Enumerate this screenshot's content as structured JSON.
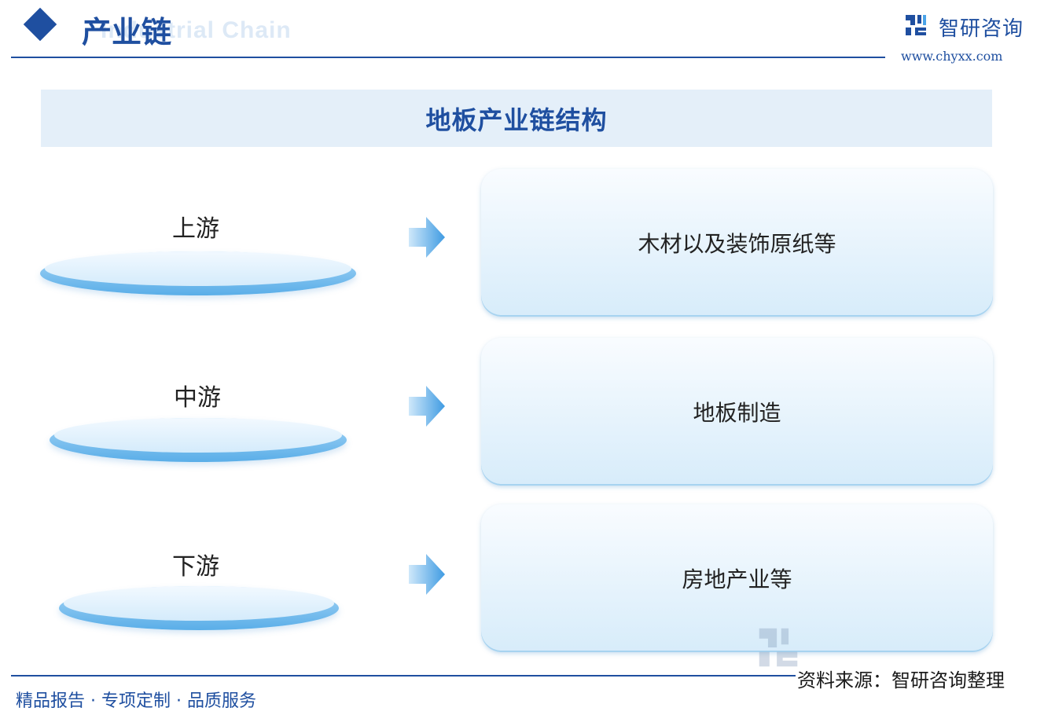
{
  "header": {
    "title": "产业链",
    "subtitle_en": "Industrial Chain",
    "logo_text": "智研咨询",
    "logo_url": "www.chyxx.com"
  },
  "diagram": {
    "title": "地板产业链结构",
    "stages": [
      {
        "label": "上游",
        "content": "木材以及装饰原纸等"
      },
      {
        "label": "中游",
        "content": "地板制造"
      },
      {
        "label": "下游",
        "content": "房地产业等"
      }
    ]
  },
  "footer": {
    "tagline": "精品报告 · 专项定制 · 品质服务",
    "source": "资料来源：智研咨询整理"
  },
  "colors": {
    "brand": "#1f4fa0",
    "banner_bg": "#e4eff9",
    "disk_blue": "#5aaee8",
    "box_light": "#d7ecfa"
  }
}
